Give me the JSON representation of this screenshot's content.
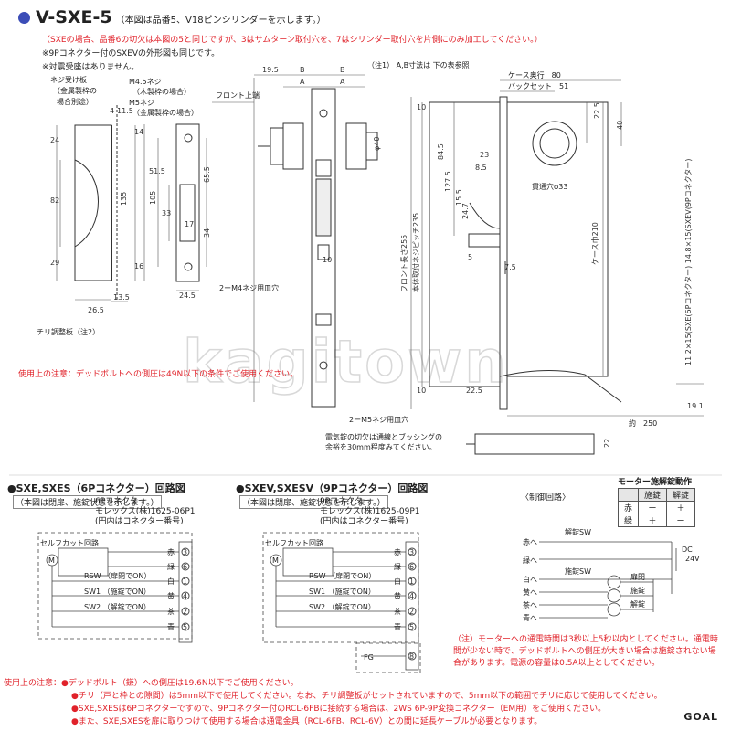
{
  "title": {
    "model": "V-SXE-5",
    "subtitle": "（本図は品番5、V18ピンシリンダーを示します。）"
  },
  "notes_top": [
    "（SXEの場合、品番6の切欠は本図の5と同じですが、3はサムターン取付穴を、7はシリンダー取付穴を片側にのみ加工してください。）",
    "※9Pコネクター付のSXEVの外形図も同じです。",
    "※対震受座はありません。"
  ],
  "left_labels": {
    "screw_plate": "ネジ受け板\n（金属製枠の場合別途）",
    "m45": "M4.5ネジ\n（木製枠の場合）",
    "m5": "M5ネジ\n（金属製枠の場合）",
    "m4_holes": "2ーM4ネジ用皿穴",
    "chiri": "チリ調整板（注2）"
  },
  "front_labels": {
    "front_top": "フロント上端",
    "m5_holes": "2ーM5ネジ用皿穴",
    "front_len": "フロント長さ255",
    "body_pitch": "本体取付ネジピッチ235",
    "note1": "（注1）\nA,B寸法は\n下の表参照",
    "case_depth": "ケース奥行　80",
    "backset": "バックセット　51",
    "through_hole": "貫通穴φ33",
    "case_len": "ケース巾210",
    "connector_dims": "11.2×15(SXE(6Pコネクター)\n14.8×15(SXEV(9Pコネクター)",
    "length_250": "約　250",
    "caution_red": "電気錠の切欠は通線とブッシングの余裕を30mm程度みてください。"
  },
  "warning_usage_mid": "使用上の注意：デッドボルトへの側圧は49N以下の条件でご使用ください。",
  "watermark": "kagitown",
  "circuit_left": {
    "header": "●SXE,SXES（6Pコネクター）回路図",
    "state_note": "（本図は閉扉、施錠状態を示します。）",
    "connector_info": "6Pコネクター\nモレックス(株)1625-06P1\n(円内はコネクター番号)",
    "self_cut": "セルフカット回路",
    "rsw": "RSW （扉閉でON）",
    "sw1": "SW1 （施錠でON）",
    "sw2": "SW2 （解錠でON）",
    "wires": [
      "赤",
      "緑",
      "白",
      "黄",
      "茶",
      "青"
    ],
    "pins": [
      "3",
      "6",
      "1",
      "4",
      "2",
      "5"
    ]
  },
  "circuit_mid": {
    "header": "●SXEV,SXESV（9Pコネクター）回路図",
    "state_note": "（本図は閉扉、施錠状態を示します。）",
    "connector_info": "9Pコネクター\nモレックス(株)1625-09P1\n(円内はコネクター番号)",
    "self_cut": "セルフカット回路",
    "rsw": "RSW （扉閉でON）",
    "sw1": "SW1 （施錠でON）",
    "sw2": "SW2 （解錠でON）",
    "wires": [
      "赤",
      "緑",
      "白",
      "黄",
      "茶",
      "青"
    ],
    "pins": [
      "3",
      "6",
      "1",
      "4",
      "2",
      "5",
      "8"
    ],
    "fg": "FG"
  },
  "control_circuit": {
    "header": "〈制御回路〉",
    "unlock_sw": "解錠SW",
    "lock_sw": "施錠SW",
    "dc": "DC\n24V",
    "inputs": [
      "赤へ",
      "緑へ",
      "白へ",
      "黄へ",
      "茶へ",
      "青へ"
    ],
    "lamps": [
      "扉閉",
      "施錠",
      "解錠"
    ]
  },
  "motor_table": {
    "title": "モーター施解錠動作",
    "headers": [
      "",
      "施錠",
      "解錠"
    ],
    "rows": [
      [
        "赤",
        "ー",
        "＋"
      ],
      [
        "緑",
        "＋",
        "ー"
      ]
    ]
  },
  "note_motor": "（注）モーターへの通電時間は3秒以上5秒以内としてください。通電時間が少ない時で、デッドボルトへの側圧が大きい場合は施錠されない場合があります。電源の容量は0.5A以上としてください。",
  "warnings_bottom": [
    "使用上の注意：●デッドボルト（鎌）への側圧は19.6N以下でご使用ください。",
    "●チリ（戸と枠との隙間）は5mm以下で使用してください。なお、チリ調整板がセットされていますので、5mm以下の範囲でチリに応じて使用してください。",
    "●SXE,SXESは6Pコネクターですので、9Pコネクター付のRCL-6FBに接続する場合は、2WS 6P-9P変換コネクター（EM用）をご使用ください。",
    "●また、SXE,SXESを扉に取りつけて使用する場合は通電金具（RCL-6FB、RCL-6V）との間に延長ケーブルが必要となります。"
  ],
  "logo": "GOAL",
  "colors": {
    "accent": "#3c4db7",
    "warning": "#e0222a"
  }
}
